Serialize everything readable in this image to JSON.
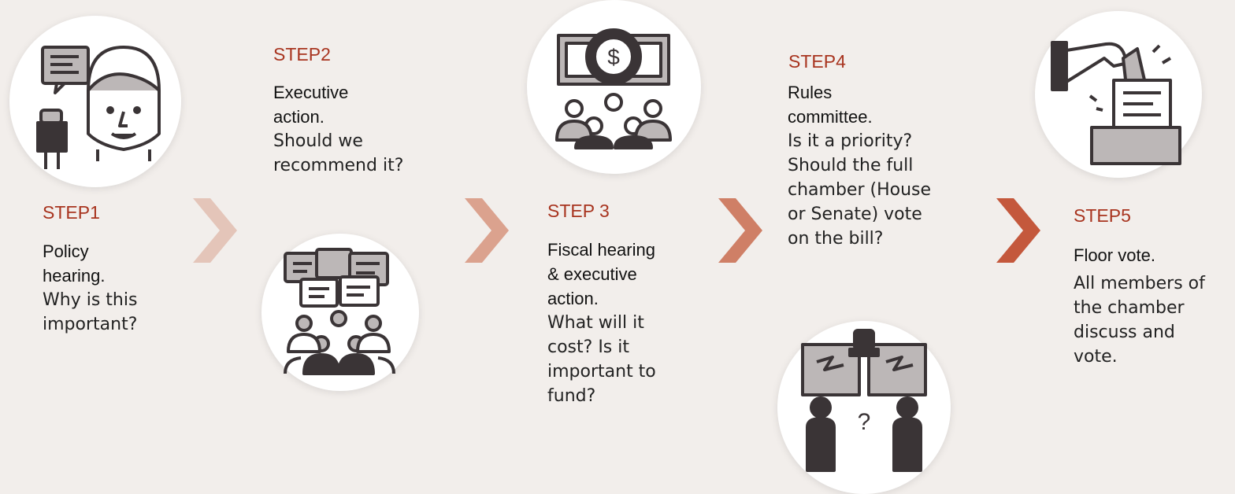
{
  "steps": [
    {
      "label": "STEP1",
      "title_lines": [
        "Policy",
        "hearing."
      ],
      "desc_lines": [
        "Why is this",
        "important?"
      ],
      "icon": "presenter-microphone-icon"
    },
    {
      "label": "STEP2",
      "title_lines": [
        "Executive",
        "action."
      ],
      "desc_lines": [
        "Should we",
        "recommend it?"
      ],
      "icon": "group-discussion-icon"
    },
    {
      "label": "STEP 3",
      "title_lines": [
        "Fiscal hearing",
        "& executive",
        "action."
      ],
      "desc_lines": [
        "What will it",
        "cost? Is it",
        "important to",
        "fund?"
      ],
      "icon": "budget-audience-icon"
    },
    {
      "label": "STEP4",
      "title_lines": [
        "Rules",
        "committee."
      ],
      "desc_lines": [
        "Is it a priority?",
        "Should the full",
        "chamber (House",
        "or Senate) vote",
        "on the bill?"
      ],
      "icon": "debate-alarm-icon"
    },
    {
      "label": "STEP5",
      "title_lines": [
        "Floor vote."
      ],
      "desc_lines": [
        "All members of",
        "the chamber",
        "discuss and",
        "vote."
      ],
      "icon": "ballot-box-icon"
    }
  ],
  "arrows": [
    {
      "color": "#e4c5b9",
      "icon": "chevron-right-icon"
    },
    {
      "color": "#dba28e",
      "icon": "chevron-right-icon"
    },
    {
      "color": "#cf7f66",
      "icon": "chevron-right-icon"
    },
    {
      "color": "#c4583c",
      "icon": "chevron-right-icon"
    }
  ],
  "colors": {
    "background": "#f2eeeb",
    "step_label": "#a8341f",
    "icon_dark": "#3a3436",
    "icon_gray": "#bcb7b7"
  }
}
